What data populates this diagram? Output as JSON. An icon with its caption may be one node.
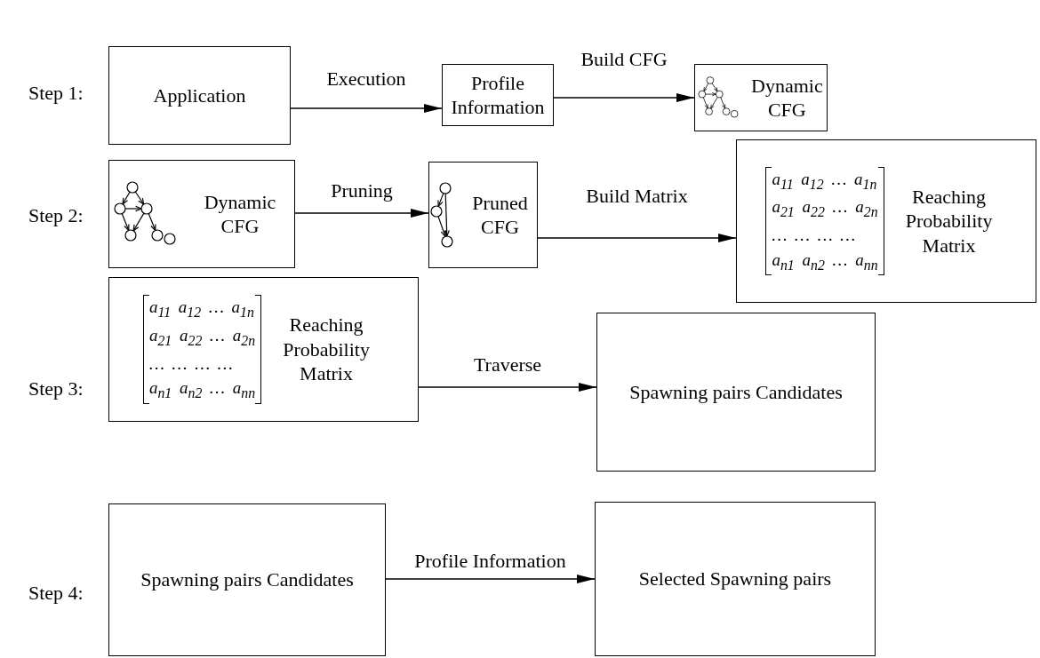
{
  "diagram": {
    "nodes": [
      {
        "text": [
          "Application"
        ]
      },
      {
        "text": [
          "Profile Information"
        ]
      },
      {
        "text": [
          "Dynamic CFG"
        ]
      },
      {
        "text": [
          "Dynamic CFG"
        ]
      },
      {
        "text": [
          "Pruned CFG"
        ]
      },
      {
        "text": [
          "a$_{11}$ a$_{12}$ … a$_{1n}$",
          "a$_{21}$ a$_{22}$ … a$_{2n}$",
          "… … … …",
          "a$_{n1}$ a$_{n2}$ … a$_{nn}$",
          "Reaching Probability Matrix"
        ]
      },
      {
        "text": [
          "a$_{11}$ a$_{12}$ … a$_{1n}$",
          "a$_{21}$ a$_{22}$ … a$_{2n}$",
          "… … … …",
          "a$_{n1}$ a$_{n2}$ … a$_{nn}$",
          "Reaching Probability Matrix"
        ]
      },
      {
        "text": [
          "Spawning pairs Candidates"
        ]
      },
      {
        "text": [
          "Spawning pairs Candidates"
        ]
      },
      {
        "text": [
          "Selected Spawning pairs"
        ]
      }
    ],
    "edges": [
      {
        "from": 0,
        "to": 1,
        "arrow": "to",
        "label": "Execution"
      },
      {
        "from": 1,
        "to": 2,
        "arrow": "to",
        "label": "Build CFG"
      },
      {
        "from": 3,
        "to": 4,
        "arrow": "to",
        "label": "Pruning"
      },
      {
        "from": 4,
        "to": 5,
        "arrow": "to",
        "label": "Build Matrix"
      },
      {
        "from": 6,
        "to": 7,
        "arrow": "to",
        "label": "Traverse"
      },
      {
        "from": 8,
        "to": 9,
        "arrow": "to",
        "label": "Profile Information"
      }
    ],
    "labels": [
      "Step 1:",
      "Step 2:",
      "Step 3:",
      "Step 4:"
    ]
  }
}
